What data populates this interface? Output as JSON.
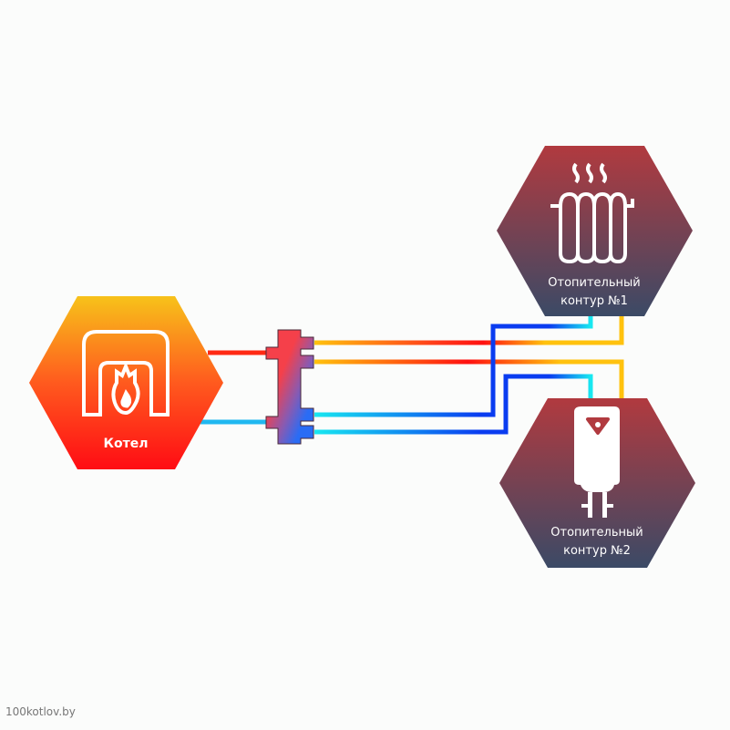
{
  "nodes": {
    "boiler": {
      "label": "Котел"
    },
    "circuit1": {
      "label_line1": "Отопительный",
      "label_line2": "контур  №1"
    },
    "circuit2": {
      "label_line1": "Отопительный",
      "label_line2": "контур  №2"
    }
  },
  "colors": {
    "hot": "#ff1a1a",
    "warm": "#ffc20e",
    "cold": "#0a3cf0",
    "cool": "#18e8f0",
    "hex_top": "#b13a3f",
    "hex_bottom": "#3b4a66"
  },
  "watermark": "100kotlov.by"
}
